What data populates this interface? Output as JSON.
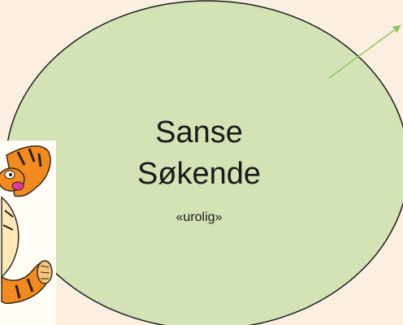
{
  "diagram": {
    "ellipse_label": {
      "line1": "Sanse",
      "line2": "Søkende",
      "line3": "«urolig»"
    },
    "tiger_image": {
      "icon": "tigger-cartoon-icon"
    },
    "colors": {
      "background": "#fbefe1",
      "ellipse_fill": "#d3e3b5",
      "ellipse_stroke": "#1c1c1c",
      "arrow": "#8fc85a",
      "text": "#1a1a1a"
    }
  }
}
